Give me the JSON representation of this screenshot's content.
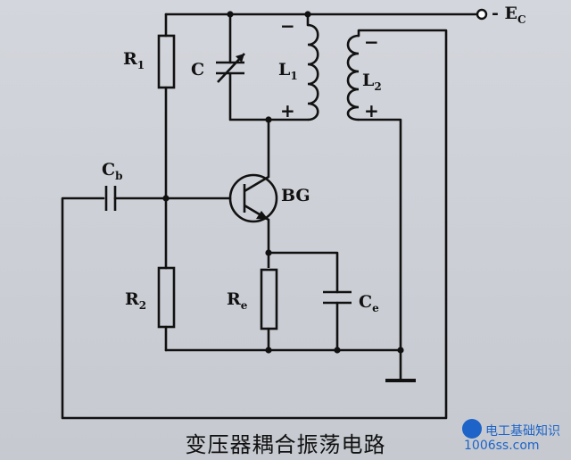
{
  "diagram": {
    "caption": "变压器耦合振荡电路",
    "components": {
      "r1": {
        "letter": "R",
        "subscript": "1"
      },
      "r2": {
        "letter": "R",
        "subscript": "2"
      },
      "re": {
        "letter": "R",
        "subscript": "e"
      },
      "c": {
        "letter": "C",
        "subscript": ""
      },
      "cb": {
        "letter": "C",
        "subscript": "b"
      },
      "ce": {
        "letter": "C",
        "subscript": "e"
      },
      "l1": {
        "letter": "L",
        "subscript": "1"
      },
      "l2": {
        "letter": "L",
        "subscript": "2"
      },
      "transistor": {
        "letter": "BG",
        "subscript": ""
      },
      "supply": {
        "letter": "- E",
        "subscript": "C"
      }
    },
    "polarity": {
      "l1_top": "−",
      "l1_bottom": "+",
      "l2_top": "−",
      "l2_bottom": "+"
    }
  },
  "watermark": {
    "line1": "电工基础知识",
    "line2": "1006ss.com",
    "color": "#1e63c7"
  }
}
